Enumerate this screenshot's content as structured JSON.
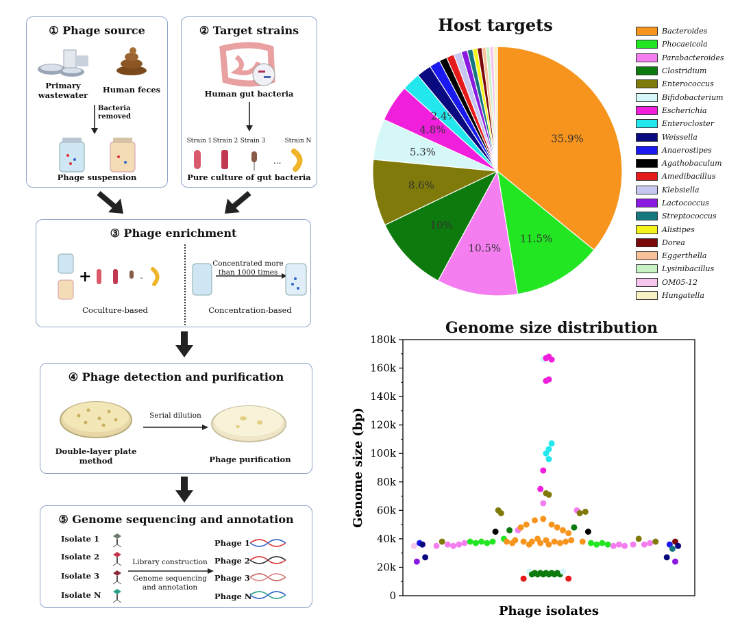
{
  "workflow": {
    "step1": {
      "title": "① Phage source",
      "source_a": "Primary\nwastewater",
      "source_b": "Human feces",
      "note": "Bacteria\nremoved",
      "result": "Phage suspension"
    },
    "step2": {
      "title": "② Target strains",
      "source": "Human gut bacteria",
      "strains": [
        "Strain 1",
        "Strain 2",
        "Strain 3",
        "Strain N"
      ],
      "ellipsis": "...",
      "result": "Pure culture of gut bacteria"
    },
    "step3": {
      "title": "③ Phage enrichment",
      "left_label": "Coculture-based",
      "arrow_label": "Concentrated more\nthan 1000 times",
      "right_label": "Concentration-based"
    },
    "step4": {
      "title": "④ Phage detection and purification",
      "left_label": "Double-layer plate\nmethod",
      "arrow_label": "Serial dilution",
      "right_label": "Phage purification"
    },
    "step5": {
      "title": "⑤ Genome sequencing and annotation",
      "isolates": [
        "Isolate 1",
        "Isolate 2",
        "Isolate 3",
        "Isolate N"
      ],
      "phages": [
        "Phage 1",
        "Phage 2",
        "Phage 3",
        "Phage N"
      ],
      "arrow_top": "Library construction",
      "arrow_bottom": "Genome sequencing\nand annotation"
    }
  },
  "colors": {
    "box_border": "#8ea4c8",
    "flow_arrow": "#222222",
    "scatter_orange": "#ef8a1a"
  },
  "chart_data": [
    {
      "type": "pie",
      "title": "Host targets",
      "categories": [
        "Bacteroides",
        "Phocaeicola",
        "Parabacteroides",
        "Clostridium",
        "Enterococcus",
        "Bifidobacterium",
        "Escherichia",
        "Enterocloster",
        "Weissella",
        "Anaerostipes",
        "Agathobaculum",
        "Amedibacillus",
        "Klebsiella",
        "Lactococcus",
        "Streptococcus",
        "Alistipes",
        "Dorea",
        "Eggerthella",
        "Lysinibacillus",
        "OM05-12",
        "Hungatella"
      ],
      "values": [
        35.9,
        11.5,
        10.5,
        10,
        8.6,
        5.3,
        4.8,
        2.4,
        1.9,
        1.4,
        1.0,
        1.0,
        1.0,
        0.8,
        0.7,
        0.6,
        0.6,
        0.5,
        0.5,
        0.5,
        0.5
      ],
      "data_labels": [
        "35.9%",
        "11.5%",
        "10.5%",
        "10%",
        "8.6%",
        "5.3%",
        "4.8%",
        "2.4%",
        "",
        "",
        "",
        "",
        "",
        "",
        "",
        "",
        "",
        "",
        "",
        "",
        ""
      ],
      "colors": [
        "#f7941d",
        "#22e622",
        "#f47ef0",
        "#0d7a0d",
        "#7f7a0a",
        "#d5f7f7",
        "#f01fdc",
        "#22e8ee",
        "#0a0a80",
        "#1a1aee",
        "#000000",
        "#e51a1a",
        "#c6c6f0",
        "#8a1ae0",
        "#16777e",
        "#f4f41a",
        "#7a0a0a",
        "#f7c29a",
        "#c6f2c6",
        "#f7c6ef",
        "#f7f2c6"
      ],
      "legend": "right"
    },
    {
      "type": "scatter",
      "title": "Genome size distribution",
      "xlabel": "Phage isolates",
      "ylabel": "Genome size (bp)",
      "ylim": [
        0,
        180000
      ],
      "yticks": [
        "0",
        "20k",
        "40k",
        "60k",
        "80k",
        "100k",
        "120k",
        "140k",
        "160k",
        "180k"
      ],
      "points": [
        {
          "x": 0.02,
          "y": 35000,
          "c": "#f7c6ef"
        },
        {
          "x": 0.04,
          "y": 37000,
          "c": "#1a1aee"
        },
        {
          "x": 0.05,
          "y": 36000,
          "c": "#0a0a80"
        },
        {
          "x": 0.03,
          "y": 24000,
          "c": "#8a1ae0"
        },
        {
          "x": 0.06,
          "y": 27000,
          "c": "#0a0a80"
        },
        {
          "x": 0.1,
          "y": 35000,
          "c": "#f47ef0"
        },
        {
          "x": 0.12,
          "y": 38000,
          "c": "#7f7a0a"
        },
        {
          "x": 0.14,
          "y": 36000,
          "c": "#f47ef0"
        },
        {
          "x": 0.16,
          "y": 35000,
          "c": "#f47ef0"
        },
        {
          "x": 0.18,
          "y": 36000,
          "c": "#f47ef0"
        },
        {
          "x": 0.2,
          "y": 37000,
          "c": "#f47ef0"
        },
        {
          "x": 0.22,
          "y": 38000,
          "c": "#22e622"
        },
        {
          "x": 0.24,
          "y": 37000,
          "c": "#22e622"
        },
        {
          "x": 0.26,
          "y": 38000,
          "c": "#22e622"
        },
        {
          "x": 0.28,
          "y": 37000,
          "c": "#22e622"
        },
        {
          "x": 0.3,
          "y": 38000,
          "c": "#22e622"
        },
        {
          "x": 0.31,
          "y": 45000,
          "c": "#000000"
        },
        {
          "x": 0.32,
          "y": 60000,
          "c": "#7f7a0a"
        },
        {
          "x": 0.33,
          "y": 58000,
          "c": "#7f7a0a"
        },
        {
          "x": 0.34,
          "y": 40000,
          "c": "#22e622"
        },
        {
          "x": 0.35,
          "y": 38000,
          "c": "#f7941d"
        },
        {
          "x": 0.36,
          "y": 46000,
          "c": "#0d7a0d"
        },
        {
          "x": 0.37,
          "y": 37000,
          "c": "#f7941d"
        },
        {
          "x": 0.38,
          "y": 39000,
          "c": "#f7941d"
        },
        {
          "x": 0.39,
          "y": 46000,
          "c": "#f47ef0"
        },
        {
          "x": 0.4,
          "y": 48000,
          "c": "#f7941d"
        },
        {
          "x": 0.41,
          "y": 38000,
          "c": "#f7941d"
        },
        {
          "x": 0.42,
          "y": 50000,
          "c": "#f7941d"
        },
        {
          "x": 0.43,
          "y": 36000,
          "c": "#f7941d"
        },
        {
          "x": 0.44,
          "y": 38000,
          "c": "#f7941d"
        },
        {
          "x": 0.45,
          "y": 53000,
          "c": "#f7941d"
        },
        {
          "x": 0.46,
          "y": 40000,
          "c": "#f7941d"
        },
        {
          "x": 0.47,
          "y": 37000,
          "c": "#f7941d"
        },
        {
          "x": 0.48,
          "y": 54000,
          "c": "#f7941d"
        },
        {
          "x": 0.49,
          "y": 39000,
          "c": "#f7941d"
        },
        {
          "x": 0.5,
          "y": 36000,
          "c": "#f7941d"
        },
        {
          "x": 0.51,
          "y": 50000,
          "c": "#f7941d"
        },
        {
          "x": 0.52,
          "y": 38000,
          "c": "#f7941d"
        },
        {
          "x": 0.53,
          "y": 48000,
          "c": "#f7941d"
        },
        {
          "x": 0.54,
          "y": 37000,
          "c": "#f7941d"
        },
        {
          "x": 0.55,
          "y": 46000,
          "c": "#f7941d"
        },
        {
          "x": 0.56,
          "y": 38000,
          "c": "#f7941d"
        },
        {
          "x": 0.57,
          "y": 44000,
          "c": "#f7941d"
        },
        {
          "x": 0.58,
          "y": 39000,
          "c": "#f7941d"
        },
        {
          "x": 0.59,
          "y": 48000,
          "c": "#0d7a0d"
        },
        {
          "x": 0.6,
          "y": 60000,
          "c": "#f47ef0"
        },
        {
          "x": 0.61,
          "y": 58000,
          "c": "#7f7a0a"
        },
        {
          "x": 0.62,
          "y": 38000,
          "c": "#f7941d"
        },
        {
          "x": 0.63,
          "y": 59000,
          "c": "#7f7a0a"
        },
        {
          "x": 0.64,
          "y": 45000,
          "c": "#000000"
        },
        {
          "x": 0.65,
          "y": 37000,
          "c": "#22e622"
        },
        {
          "x": 0.67,
          "y": 36000,
          "c": "#22e622"
        },
        {
          "x": 0.69,
          "y": 37000,
          "c": "#22e622"
        },
        {
          "x": 0.71,
          "y": 36000,
          "c": "#22e622"
        },
        {
          "x": 0.73,
          "y": 35000,
          "c": "#f47ef0"
        },
        {
          "x": 0.75,
          "y": 36000,
          "c": "#f47ef0"
        },
        {
          "x": 0.77,
          "y": 35000,
          "c": "#f47ef0"
        },
        {
          "x": 0.8,
          "y": 36000,
          "c": "#f47ef0"
        },
        {
          "x": 0.82,
          "y": 40000,
          "c": "#7f7a0a"
        },
        {
          "x": 0.84,
          "y": 36000,
          "c": "#f47ef0"
        },
        {
          "x": 0.86,
          "y": 37000,
          "c": "#f47ef0"
        },
        {
          "x": 0.88,
          "y": 38000,
          "c": "#7f7a0a"
        },
        {
          "x": 0.93,
          "y": 36000,
          "c": "#1a1aee"
        },
        {
          "x": 0.94,
          "y": 33000,
          "c": "#16777e"
        },
        {
          "x": 0.95,
          "y": 38000,
          "c": "#7a0a0a"
        },
        {
          "x": 0.96,
          "y": 35000,
          "c": "#0a0a80"
        },
        {
          "x": 0.92,
          "y": 27000,
          "c": "#0a0a80"
        },
        {
          "x": 0.95,
          "y": 24000,
          "c": "#8a1ae0"
        },
        {
          "x": 0.43,
          "y": 17000,
          "c": "#d5f7f7"
        },
        {
          "x": 0.44,
          "y": 15000,
          "c": "#0d7a0d"
        },
        {
          "x": 0.45,
          "y": 16000,
          "c": "#0d7a0d"
        },
        {
          "x": 0.46,
          "y": 15000,
          "c": "#0d7a0d"
        },
        {
          "x": 0.47,
          "y": 16000,
          "c": "#0d7a0d"
        },
        {
          "x": 0.48,
          "y": 15000,
          "c": "#0d7a0d"
        },
        {
          "x": 0.49,
          "y": 16000,
          "c": "#0d7a0d"
        },
        {
          "x": 0.5,
          "y": 15000,
          "c": "#0d7a0d"
        },
        {
          "x": 0.51,
          "y": 16000,
          "c": "#0d7a0d"
        },
        {
          "x": 0.52,
          "y": 15000,
          "c": "#0d7a0d"
        },
        {
          "x": 0.53,
          "y": 16000,
          "c": "#0d7a0d"
        },
        {
          "x": 0.54,
          "y": 15000,
          "c": "#0d7a0d"
        },
        {
          "x": 0.55,
          "y": 17000,
          "c": "#d5f7f7"
        },
        {
          "x": 0.41,
          "y": 12000,
          "c": "#e51a1a"
        },
        {
          "x": 0.57,
          "y": 12000,
          "c": "#e51a1a"
        },
        {
          "x": 0.48,
          "y": 65000,
          "c": "#f47ef0"
        },
        {
          "x": 0.49,
          "y": 72000,
          "c": "#7f7a0a"
        },
        {
          "x": 0.5,
          "y": 71000,
          "c": "#7f7a0a"
        },
        {
          "x": 0.47,
          "y": 75000,
          "c": "#f01fdc"
        },
        {
          "x": 0.48,
          "y": 88000,
          "c": "#f01fdc"
        },
        {
          "x": 0.5,
          "y": 96000,
          "c": "#22e8ee"
        },
        {
          "x": 0.49,
          "y": 100000,
          "c": "#22e8ee"
        },
        {
          "x": 0.5,
          "y": 103000,
          "c": "#22e8ee"
        },
        {
          "x": 0.51,
          "y": 107000,
          "c": "#22e8ee"
        },
        {
          "x": 0.49,
          "y": 151000,
          "c": "#f01fdc"
        },
        {
          "x": 0.5,
          "y": 152000,
          "c": "#f01fdc"
        },
        {
          "x": 0.48,
          "y": 166000,
          "c": "#d5f7f7"
        },
        {
          "x": 0.49,
          "y": 167000,
          "c": "#f01fdc"
        },
        {
          "x": 0.5,
          "y": 168000,
          "c": "#f01fdc"
        },
        {
          "x": 0.51,
          "y": 166000,
          "c": "#f01fdc"
        }
      ]
    }
  ]
}
